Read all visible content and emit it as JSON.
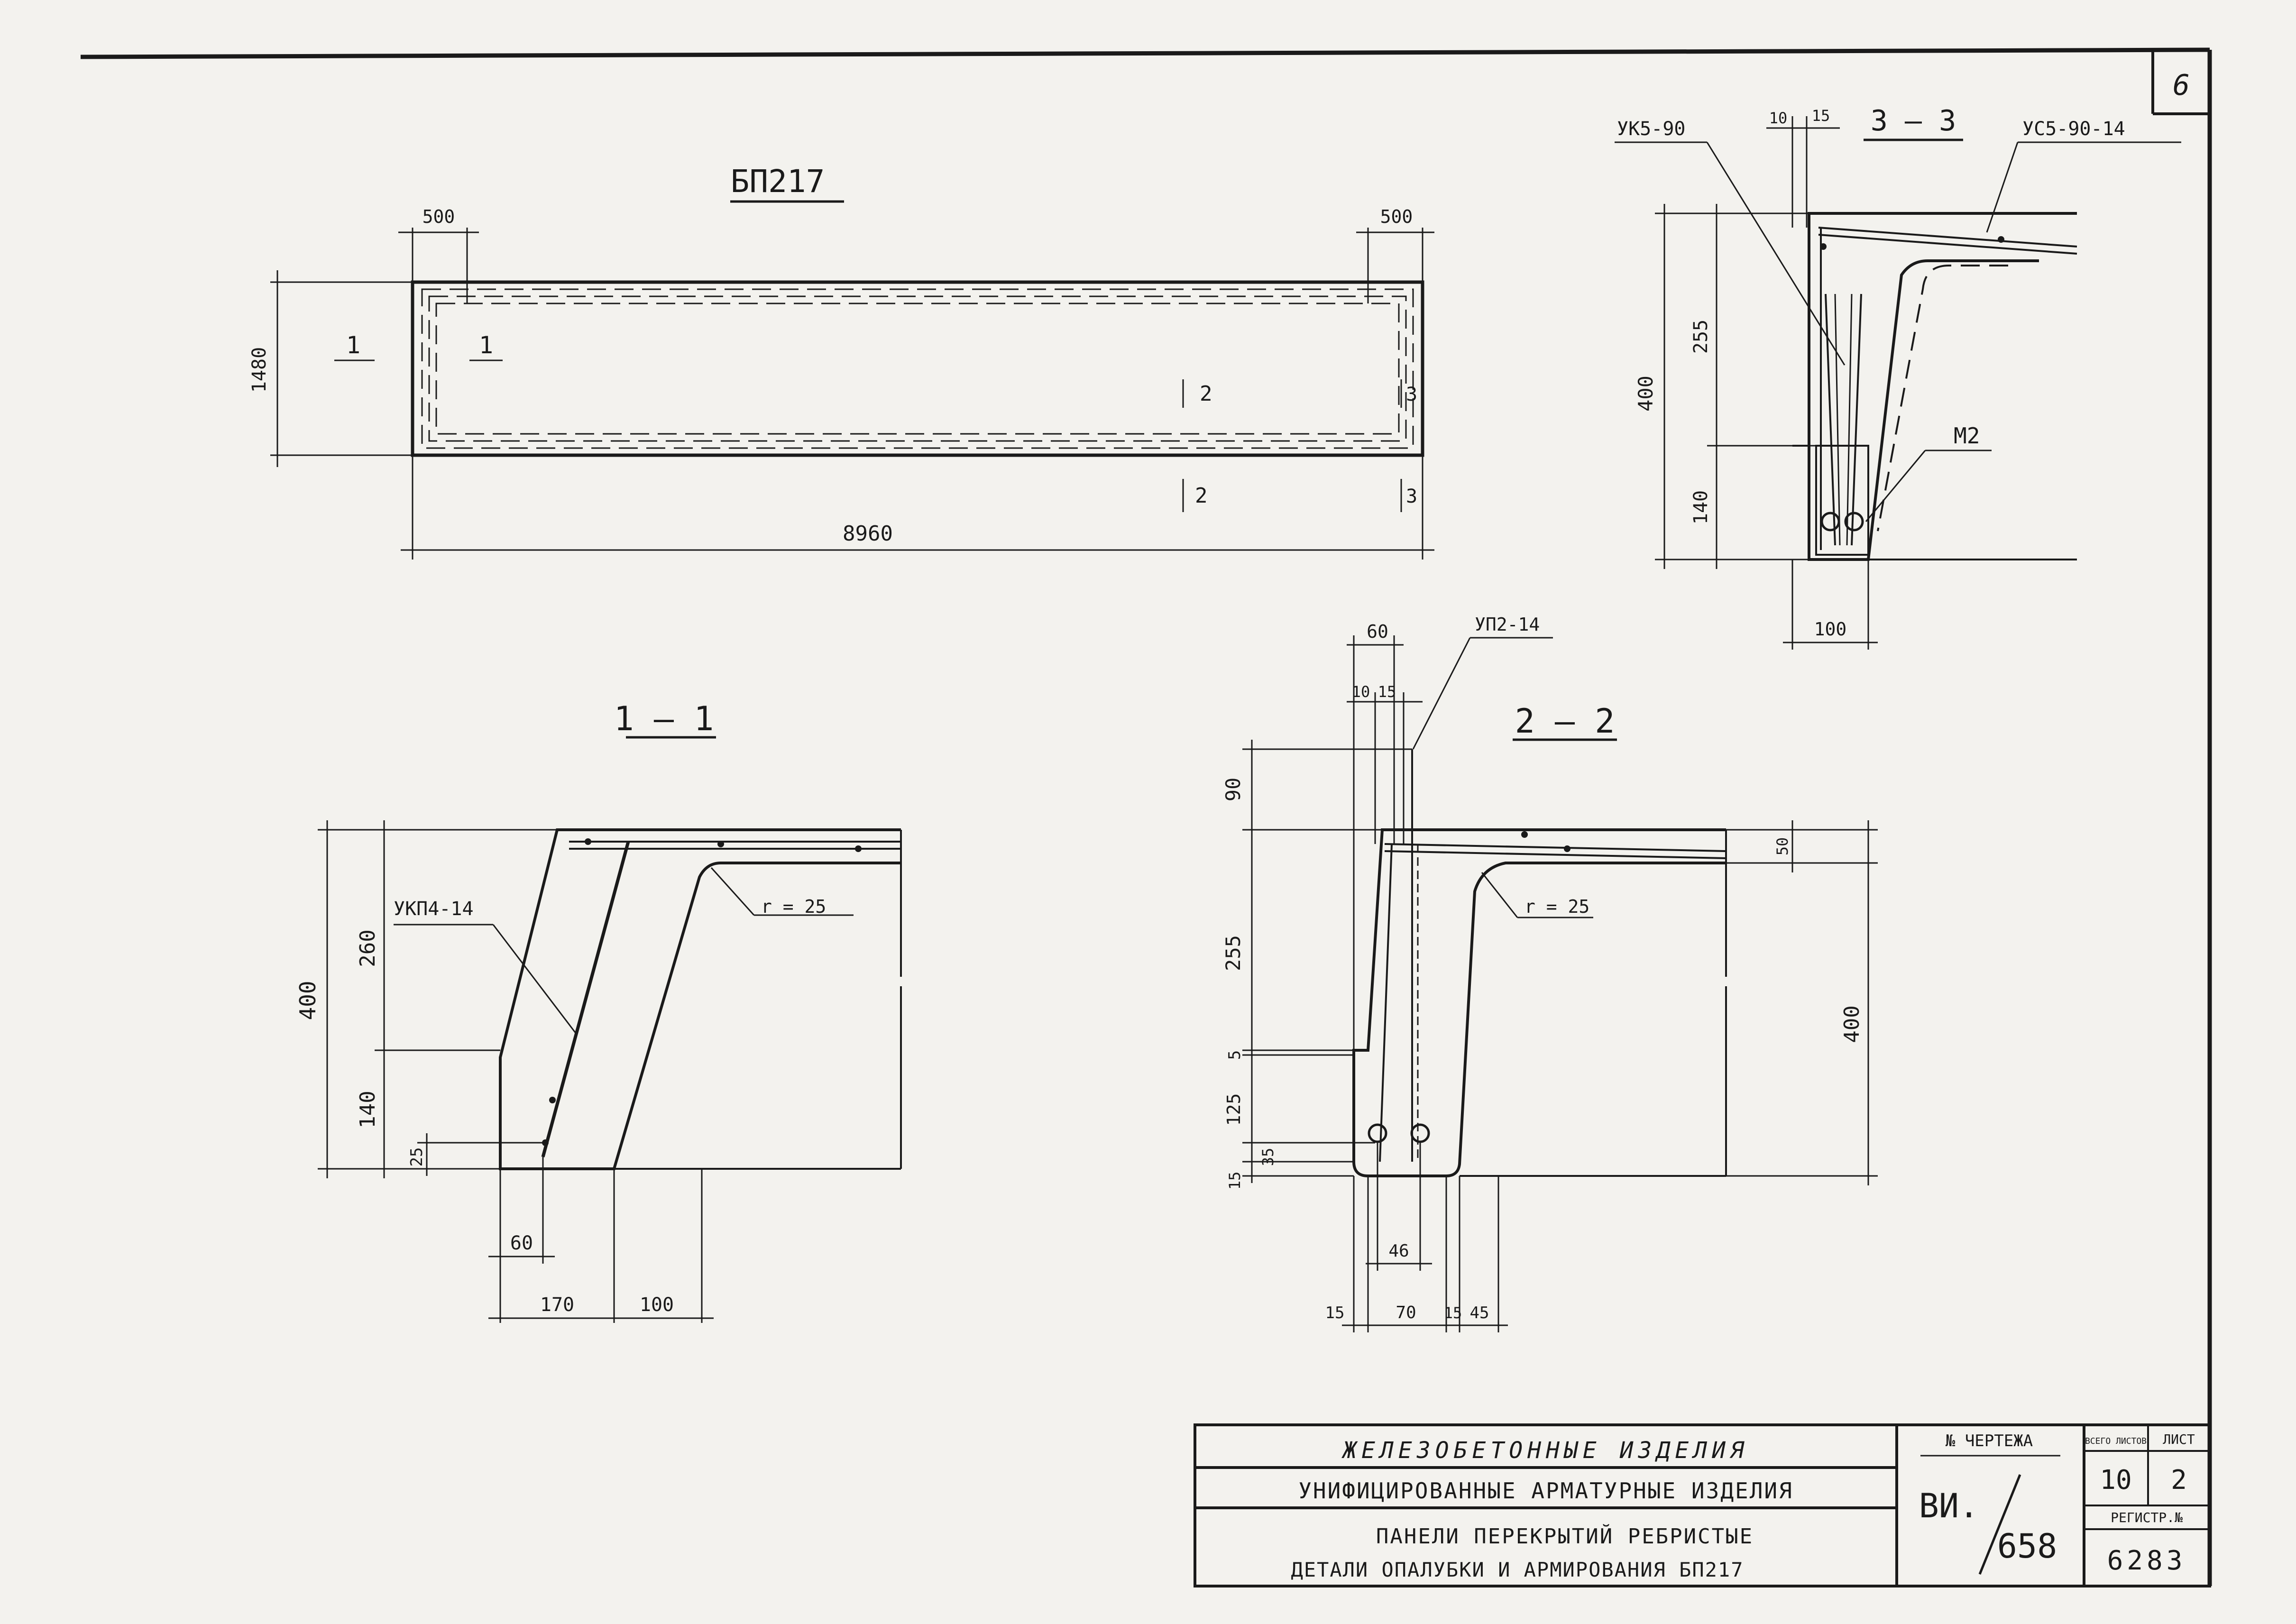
{
  "sheet": {
    "number": "6"
  },
  "plan": {
    "title": "БП217",
    "dims": {
      "top_left": "500",
      "top_right": "500",
      "height": "1480",
      "length": "8960"
    },
    "section_marks": {
      "one": "1",
      "two": "2",
      "three": "3"
    }
  },
  "section_1_1": {
    "title": "1 – 1",
    "callout": "УКП4-14",
    "radius": "r = 25",
    "dims": {
      "total_height": "400",
      "upper": "260",
      "lower": "140",
      "small": "25",
      "bottom_1": "60",
      "bottom_2": "170",
      "bottom_3": "100"
    }
  },
  "section_2_2": {
    "title": "2 – 2",
    "callout": "УП2-14",
    "radius": "r = 25",
    "dims": {
      "top_60": "60",
      "top_10": "10",
      "top_15": "15",
      "left_90": "90",
      "left_255": "255",
      "left_5": "5",
      "left_125": "125",
      "left_35": "35",
      "left_15": "15",
      "right_50": "50",
      "right_400": "400",
      "inner_46": "46",
      "b_15a": "15",
      "b_70": "70",
      "b_15b": "15",
      "b_45": "45"
    }
  },
  "section_3_3": {
    "title": "3 – 3",
    "callout_left": "УК5-90",
    "callout_right": "УС5-90-14",
    "callout_m": "М2",
    "dims": {
      "top_10": "10",
      "top_15": "15",
      "left_400": "400",
      "left_255": "255",
      "left_140": "140",
      "bottom_100": "100"
    }
  },
  "title_block": {
    "row1": "ЖЕЛЕЗОБЕТОННЫЕ   ИЗДЕЛИЯ",
    "row2": "УНИФИЦИРОВАННЫЕ АРМАТУРНЫЕ ИЗДЕЛИЯ",
    "row3": "ПАНЕЛИ  ПЕРЕКРЫТИЙ  РЕБРИСТЫЕ",
    "row4": "ДЕТАЛИ ОПАЛУБКИ И АРМИРОВАНИЯ   БП217",
    "drawing_no_label": "№ ЧЕРТЕЖА",
    "drawing_no_a": "ВИ.",
    "drawing_no_b": "658",
    "total_sheets_label": "ВСЕГО ЛИСТОВ",
    "sheet_label": "ЛИСТ",
    "total_sheets": "10",
    "sheet": "2",
    "reg_label": "РЕГИСТР.№",
    "reg_no": "6283"
  }
}
